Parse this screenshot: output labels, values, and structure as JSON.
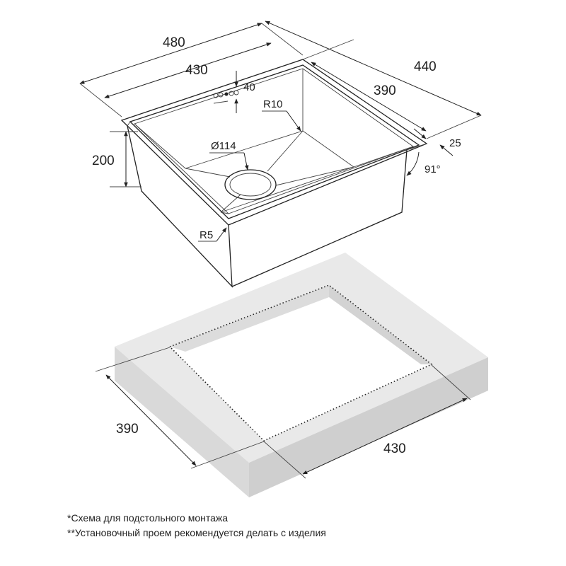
{
  "sink": {
    "dims": {
      "overall_length": "480",
      "inner_length": "430",
      "overall_width": "440",
      "inner_width": "390",
      "depth": "200",
      "control_offset": "40",
      "inner_radius": "R10",
      "drain_diameter": "Ø114",
      "rim_width": "25",
      "rim_angle": "91°",
      "outer_radius": "R5"
    }
  },
  "cutout": {
    "width_label": "390",
    "length_label": "430"
  },
  "notes": {
    "note1": "*Схема для подстольного монтажа",
    "note2": "**Установочный проем рекомендуется делать с изделия"
  }
}
